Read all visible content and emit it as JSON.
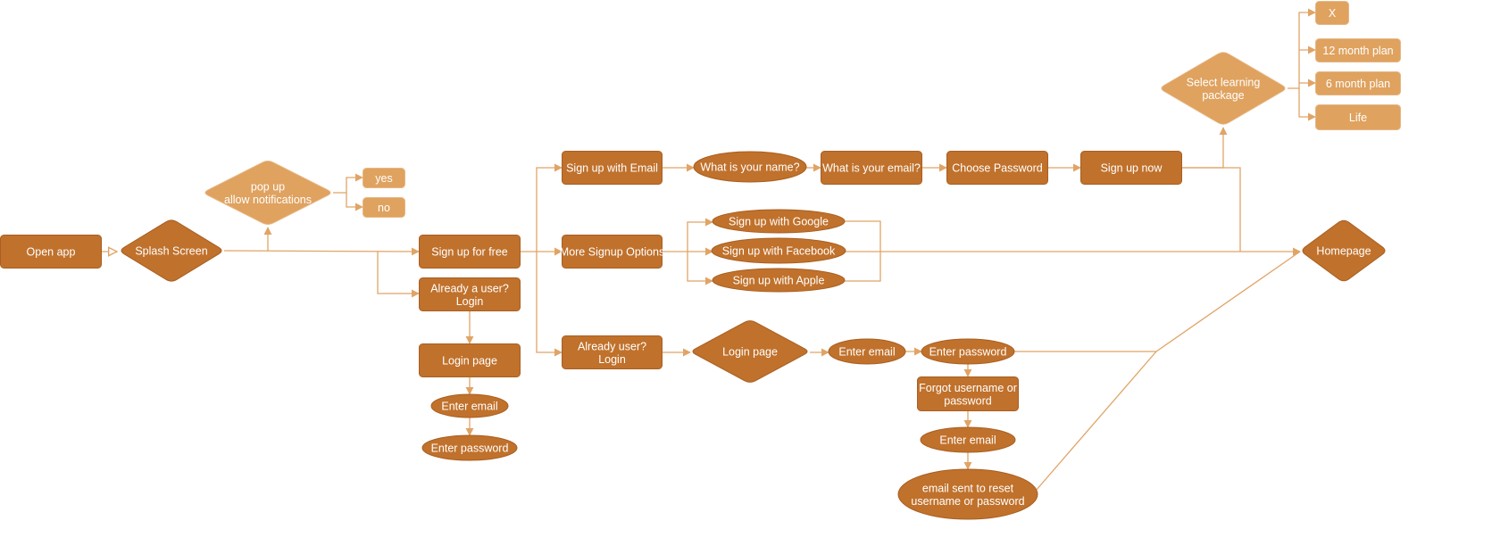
{
  "colors": {
    "dark": "#c0712b",
    "light": "#dfa25f",
    "stroke_dark": "#a85f22",
    "stroke_light": "#e6b784",
    "edge": "#e0a466",
    "text": "#ffffff"
  },
  "nodes": {
    "open_app": [
      "Open app"
    ],
    "splash": [
      "Splash Screen"
    ],
    "popup": [
      "pop up",
      "allow notifications"
    ],
    "yes": [
      "yes"
    ],
    "no": [
      "no"
    ],
    "signup_free": [
      "Sign up for free"
    ],
    "already_login": [
      "Already a user?",
      "Login"
    ],
    "login_page_left": [
      "Login page"
    ],
    "enter_email_left": [
      "Enter email"
    ],
    "enter_password_left": [
      "Enter password"
    ],
    "signup_email": [
      "Sign up with Email"
    ],
    "more_signup": [
      "More Signup Options"
    ],
    "already_user_mid": [
      "Already user?",
      "Login"
    ],
    "what_name": [
      "What is your name?"
    ],
    "what_email": [
      "What is your email?"
    ],
    "choose_password": [
      "Choose Password"
    ],
    "signup_now": [
      "Sign up now"
    ],
    "select_package": [
      "Select learning",
      "package"
    ],
    "x": [
      "X"
    ],
    "plan12": [
      "12 month plan"
    ],
    "plan6": [
      "6 month plan"
    ],
    "life": [
      "Life"
    ],
    "google": [
      "Sign up with Google"
    ],
    "facebook": [
      "Sign up with Facebook"
    ],
    "apple": [
      "Sign up with Apple"
    ],
    "homepage": [
      "Homepage"
    ],
    "login_page_mid": [
      "Login page"
    ],
    "enter_email_mid": [
      "Enter email"
    ],
    "enter_password_mid": [
      "Enter password"
    ],
    "forgot": [
      "Forgot username or",
      "password"
    ],
    "enter_email_reset": [
      "Enter email"
    ],
    "email_sent": [
      "email sent to reset",
      "username or password"
    ]
  }
}
